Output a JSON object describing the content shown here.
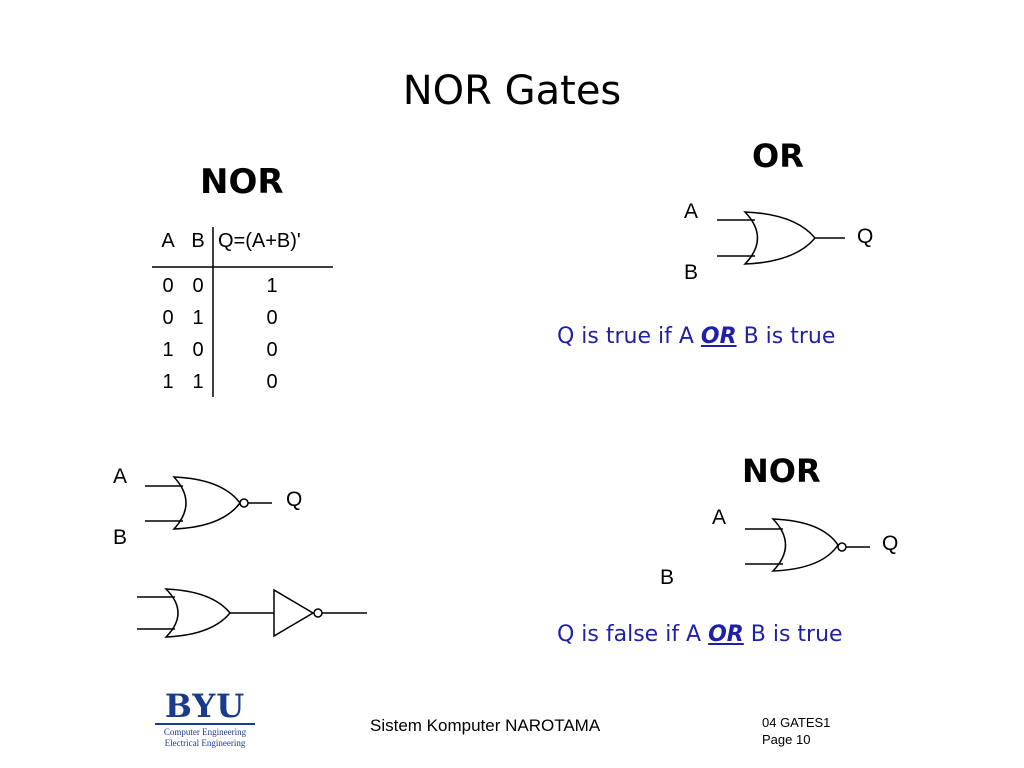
{
  "title": "NOR Gates",
  "nor_heading": "NOR",
  "truth_table": {
    "headers": [
      "A",
      "B",
      "Q=(A+B)'"
    ],
    "rows": [
      [
        "0",
        "0",
        "1"
      ],
      [
        "0",
        "1",
        "0"
      ],
      [
        "1",
        "0",
        "0"
      ],
      [
        "1",
        "1",
        "0"
      ]
    ]
  },
  "or_section": {
    "heading": "OR",
    "input_a": "A",
    "input_b": "B",
    "output": "Q",
    "statement_prefix": "Q is true if A ",
    "statement_emphasis": "OR",
    "statement_suffix": " B is true"
  },
  "nor_symbol": {
    "input_a": "A",
    "input_b": "B",
    "output": "Q"
  },
  "nor_section": {
    "heading": "NOR",
    "input_a": "A",
    "input_b": "B",
    "output": "Q",
    "statement_prefix": "Q is false if A ",
    "statement_emphasis": "OR",
    "statement_suffix": " B is true"
  },
  "footer": {
    "logo_main": "BYU",
    "logo_line1": "Computer Engineering",
    "logo_line2": "Electrical Engineering",
    "center": "Sistem Komputer NAROTAMA",
    "right_line1": "04 GATES1",
    "right_line2": "Page 10"
  }
}
